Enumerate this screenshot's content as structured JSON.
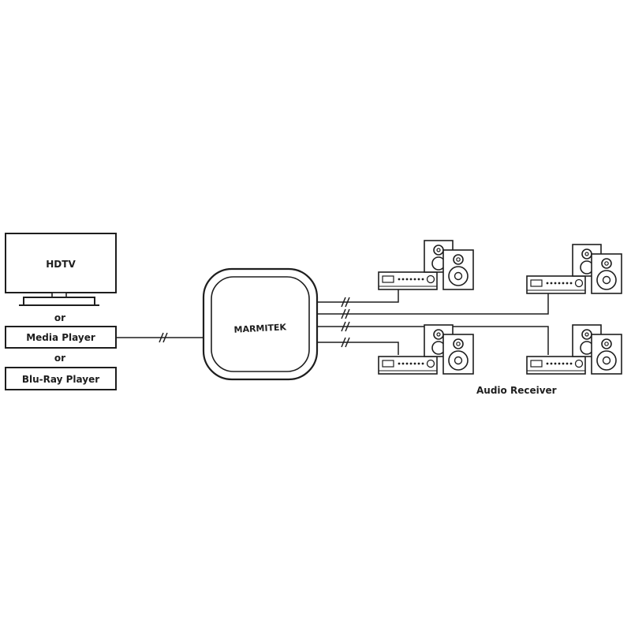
{
  "sources": {
    "tv_label": "HDTV",
    "or_1": "or",
    "media_player_label": "Media Player",
    "or_2": "or",
    "bluray_label": "Blu-Ray Player"
  },
  "hub": {
    "brand": "MARMITEK"
  },
  "receivers": {
    "caption": "Audio Receiver"
  },
  "colors": {
    "stroke": "#1e1e1e",
    "background": "#ffffff"
  }
}
